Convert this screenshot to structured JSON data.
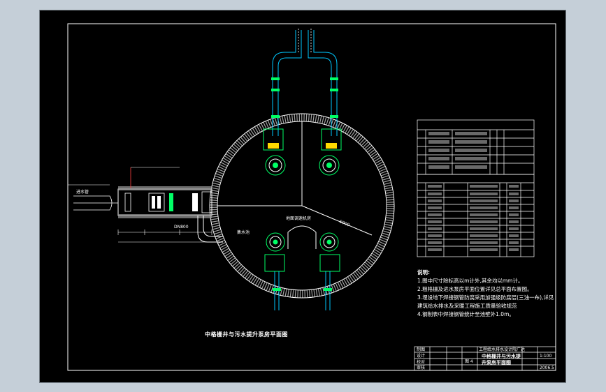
{
  "colors": {
    "background_outer": "#c5cfd8",
    "sheet": "#000000",
    "frame": "#ffffff",
    "pipe": "#00c8ff",
    "equipment": "#00ff66",
    "dimension": "#ff4040",
    "accent": "#ffd800",
    "text": "#ffffff"
  },
  "drawing": {
    "caption": "中格栅井与污水提升泵房平面图",
    "inlet_label": "进水管",
    "label_dn": "DN800",
    "label_pump_room": "地面调速机房",
    "label_6m": "6000",
    "label_wet_well": "集水池"
  },
  "notes": {
    "title": "说明:",
    "items": [
      "1.图中尺寸除标高以m计外,其余均以mm计。",
      "2.粗格栅及进水泵房平面位置详见总平面布置图。",
      "3.埋设地下焊接钢管防腐采用加强级防腐层(三油一布),详见 建筑给水排水及采暖工程施工质量验收规范",
      "4.钢制表中焊接钢管统计至池壁外1.0m。"
    ]
  },
  "title_block": {
    "company": "工程给水排水设计院广达",
    "drawing_title": "中格栅井与污水提升泵房平面图",
    "sheet_label": "图 4",
    "scale": "1:100",
    "date": "2006.5",
    "rows": [
      "制图",
      "设计",
      "校对",
      "审核"
    ]
  }
}
